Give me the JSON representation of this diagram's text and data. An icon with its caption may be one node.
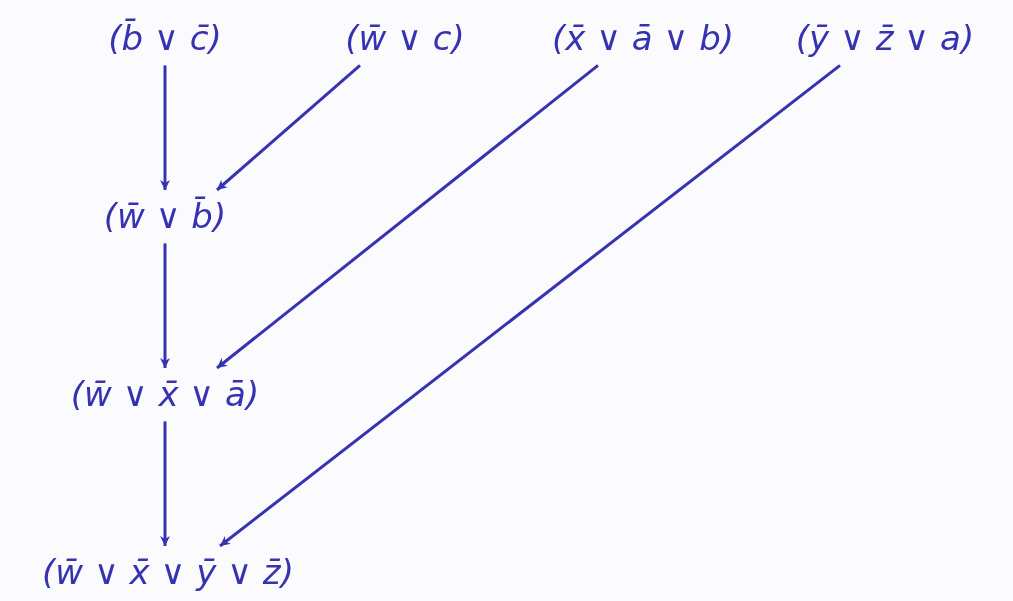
{
  "diagram": {
    "nodes": [
      {
        "text": [
          "(b̄ ∨ c̄)"
        ]
      },
      {
        "text": [
          "(w̄ ∨ c)"
        ]
      },
      {
        "text": [
          "(x̄ ∨ ā ∨ b)"
        ]
      },
      {
        "text": [
          "(ȳ ∨ z̄ ∨ a)"
        ]
      },
      {
        "text": [
          "(w̄ ∨ b̄)"
        ]
      },
      {
        "text": [
          "(w̄ ∨ x̄ ∨ ā)"
        ]
      },
      {
        "text": [
          "(w̄ ∨ x̄ ∨ ȳ ∨ z̄)"
        ]
      }
    ],
    "edges": [
      {
        "from": 0,
        "to": 4,
        "arrow": "to"
      },
      {
        "from": 1,
        "to": 4,
        "arrow": "to"
      },
      {
        "from": 4,
        "to": 5,
        "arrow": "to"
      },
      {
        "from": 2,
        "to": 5,
        "arrow": "to"
      },
      {
        "from": 5,
        "to": 6,
        "arrow": "to"
      },
      {
        "from": 3,
        "to": 6,
        "arrow": "to"
      }
    ]
  }
}
